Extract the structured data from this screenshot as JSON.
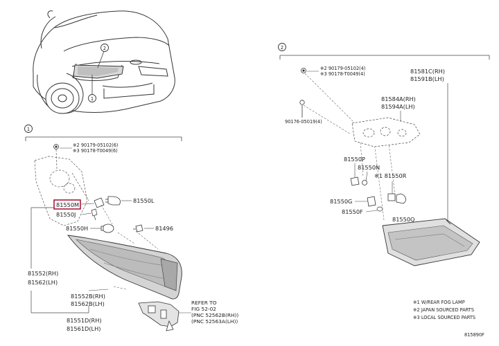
{
  "callouts": {
    "one": "1",
    "two": "2"
  },
  "left": {
    "clip_1": "※2 90179-05102(6)",
    "clip_2": "※3 90178-T0049(6)",
    "p_81550L": "81550L",
    "p_81550M": "81550M",
    "p_81550J": "81550J",
    "p_81550H": "81550H",
    "p_81496": "81496",
    "p_81552": "81552(RH)",
    "p_81562": "81562(LH)",
    "p_81552B": "81552B(RH)",
    "p_81562B": "81562B(LH)",
    "p_81551D": "81551D(RH)",
    "p_81561D": "81561D(LH)",
    "ref_1": "REFER TO",
    "ref_2": "FIG 52-02",
    "ref_3": "(PNC 52562B(RH))",
    "ref_4": "(PNC 52563A(LH))"
  },
  "right": {
    "clip_1": "※2 90179-05102(4)",
    "clip_2": "※3 90178-T0049(4)",
    "p_90176": "90176-05019(4)",
    "p_81581C": "81581C(RH)",
    "p_81591B": "81591B(LH)",
    "p_81584A": "81584A(RH)",
    "p_81594A": "81594A(LH)",
    "p_81550P": "81550P",
    "p_81550N": "81550N",
    "p_81550R": "※1 81550R",
    "p_81550G": "81550G",
    "p_81550F": "81550F",
    "p_81550Q": "81550Q"
  },
  "legend": {
    "l1": "※1 W/REAR FOG LAMP",
    "l2": "※2 JAPAN SOURCED PARTS",
    "l3": "※3 LOCAL SOURCED PARTS"
  },
  "figure_code": "815890F",
  "highlight_color": "#a8193d"
}
